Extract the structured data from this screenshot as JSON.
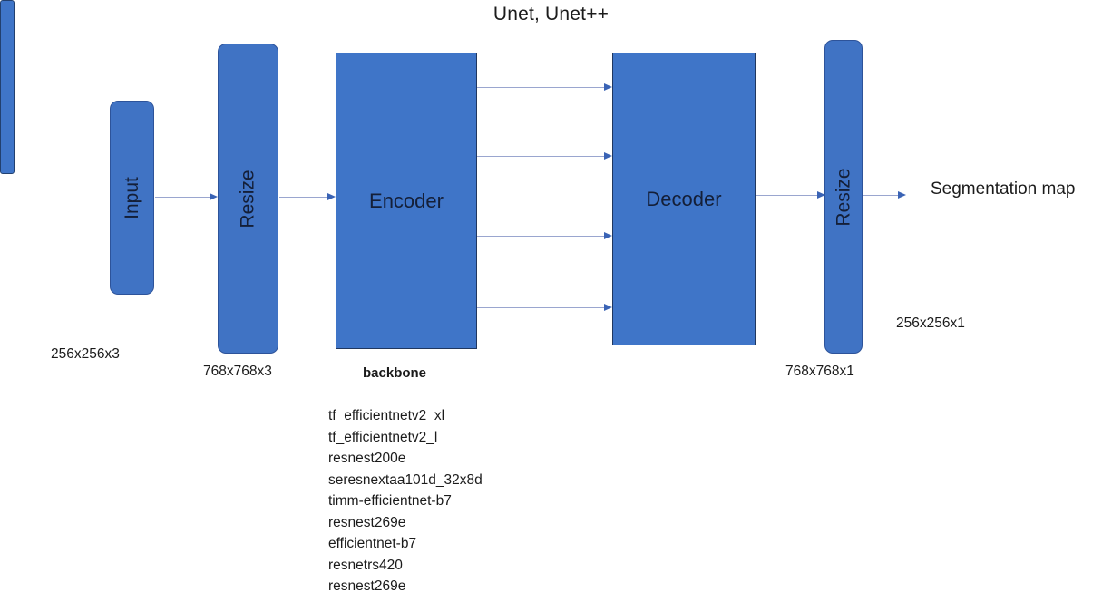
{
  "title": "Unet, Unet++",
  "blocks": {
    "input": {
      "label": "Input",
      "caption": "256x256x3"
    },
    "resize_in": {
      "label": "Resize",
      "caption": "768x768x3"
    },
    "encoder": {
      "label": "Encoder",
      "caption": "backbone"
    },
    "decoder": {
      "label": "Decoder"
    },
    "resize_out": {
      "label": "Resize",
      "caption": "768x768x1"
    },
    "segmap": {
      "label": "Segmentation map",
      "caption": "256x256x1"
    }
  },
  "backbones": [
    "tf_efficientnetv2_xl",
    "tf_efficientnetv2_l",
    "resnest200e",
    "seresnextaa101d_32x8d",
    "timm-efficientnet-b7",
    "resnest269e",
    "efficientnet-b7",
    "resnetrs420",
    "resnest269e"
  ],
  "colors": {
    "block_fill": "#3f75c8",
    "block_fill_rounded": "#4073c4",
    "block_stroke": "#2a4f8f",
    "arrow_shaft": "#9aa6cf",
    "arrow_head": "#3a63b5",
    "label_text": "#141f38",
    "background": "#ffffff"
  },
  "connections": [
    {
      "name": "input-to-resize",
      "from": "input",
      "to": "resize_in"
    },
    {
      "name": "resize-to-encoder",
      "from": "resize_in",
      "to": "encoder"
    },
    {
      "name": "skip-connection-1",
      "from": "encoder",
      "to": "decoder"
    },
    {
      "name": "skip-connection-2",
      "from": "encoder",
      "to": "decoder"
    },
    {
      "name": "skip-connection-3",
      "from": "encoder",
      "to": "decoder"
    },
    {
      "name": "skip-connection-4",
      "from": "encoder",
      "to": "decoder"
    },
    {
      "name": "decoder-to-resize",
      "from": "decoder",
      "to": "resize_out"
    },
    {
      "name": "resize-to-segmap",
      "from": "resize_out",
      "to": "segmap"
    }
  ]
}
